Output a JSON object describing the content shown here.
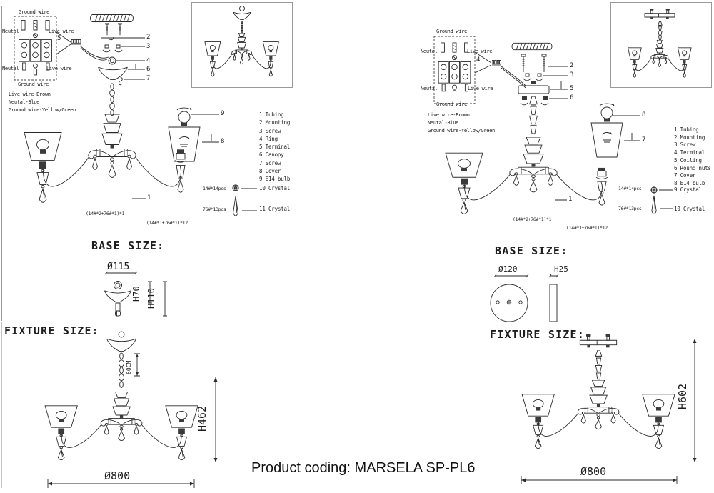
{
  "page": {
    "product_coding": "Product coding: MARSELA SP-PL6"
  },
  "left": {
    "wiring": {
      "ground_top": "Ground wire",
      "neutral_top": "Neutal",
      "live_top": "Live wire",
      "neutral_bottom": "Neutal",
      "live_bottom": "Live wire",
      "ground_bottom": "Ground wire",
      "legend_live": "Live wire-Brown",
      "legend_neutral": "Neutal-Blue",
      "legend_ground": "Ground wire-Yellow/Green",
      "terminal_callout": "5"
    },
    "callouts": {
      "c1": "1",
      "c2": "2",
      "c3": "3",
      "c4": "4",
      "c6": "6",
      "c7": "7",
      "c8": "8",
      "c9": "9"
    },
    "parts": [
      "1 Tubing",
      "2 Mounting",
      "3 Screw",
      "4 Ring",
      "5 Terminal",
      "6 Canopy",
      "7 Screw",
      "8 Cover",
      "9 E14 bulb"
    ],
    "crystal1_qty": "14#*14pcs",
    "crystal1_label": "10 Crystal",
    "crystal2_qty": "76#*13pcs",
    "crystal2_label": "11 Crystal",
    "arm_note_center": "(14#*2+76#*1)*1",
    "arm_note_right": "(14#*1+76#*1)*12",
    "base": {
      "title": "BASE SIZE:",
      "dia": "Ø115",
      "h1": "H70",
      "h2": "H110"
    },
    "fixture": {
      "title": "FIXTURE SIZE:",
      "chain": "60CM",
      "height": "H462",
      "dia": "Ø800"
    }
  },
  "right": {
    "wiring": {
      "ground_top": "Ground wire",
      "neutral_top": "Neutal",
      "live_top": "Live wire",
      "neutral_bottom": "Neutal",
      "live_bottom": "Live wire",
      "ground_bottom": "Ground wire",
      "legend_live": "Live wire-Brown",
      "legend_neutral": "Neutal-Blue",
      "legend_ground": "Ground wire-Yellow/Green",
      "terminal_callout": "4"
    },
    "callouts": {
      "c1": "1",
      "c2": "2",
      "c3": "3",
      "c5": "5",
      "c6": "6",
      "c7": "7",
      "c8": "8"
    },
    "parts": [
      "1 Tubing",
      "2 Mounting",
      "3 Screw",
      "4 Terminal",
      "5 Coiling",
      "6 Round nuts",
      "7 Cover",
      "8 E14 bulb"
    ],
    "crystal1_qty": "14#*14pcs",
    "crystal1_label": "9 Crystal",
    "crystal2_qty": "76#*13pcs",
    "crystal2_label": "10 Crystal",
    "arm_note_center": "(14#*2+76#*1)*1",
    "arm_note_right": "(14#*1+76#*1)*12",
    "base": {
      "title": "BASE SIZE:",
      "dia": "Ø120",
      "h1": "H25"
    },
    "fixture": {
      "title": "FIXTURE SIZE:",
      "height": "H602",
      "dia": "Ø800"
    }
  }
}
